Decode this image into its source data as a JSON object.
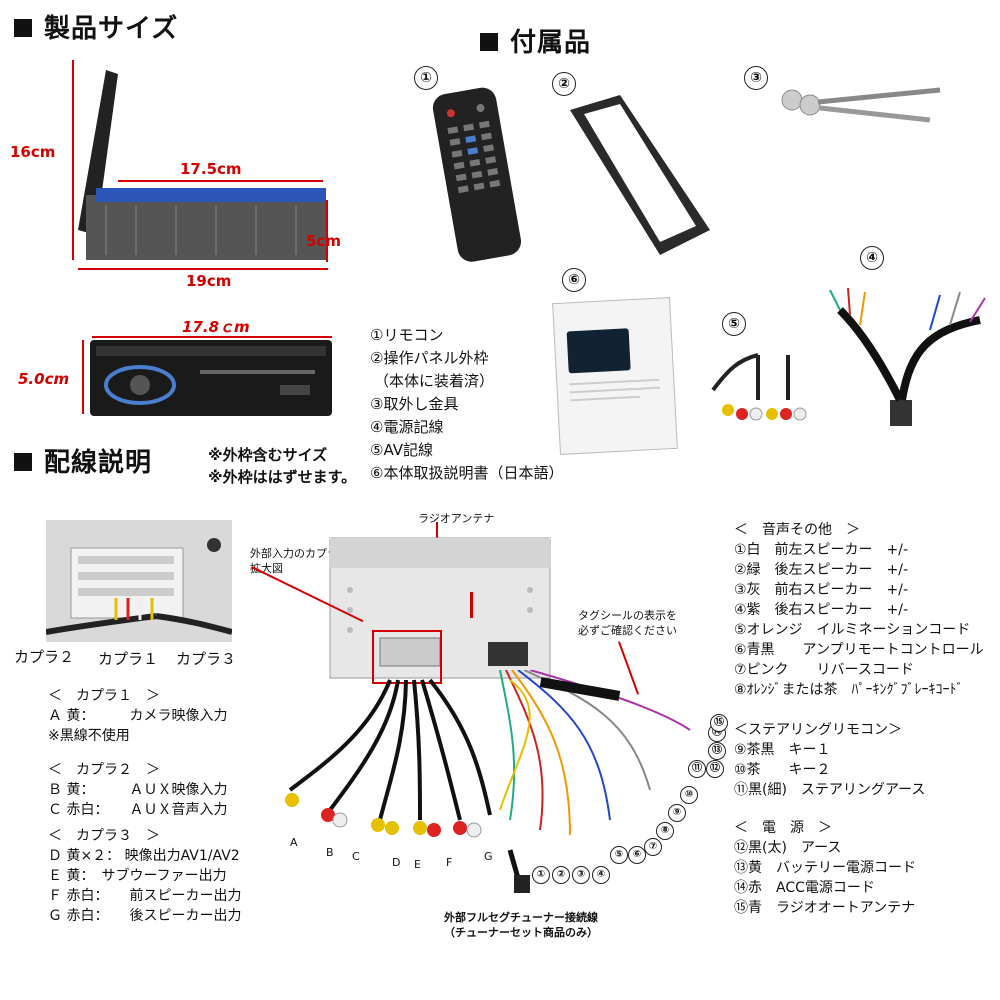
{
  "sections": {
    "size_title": "製品サイズ",
    "accessory_title": "付属品",
    "wiring_title": "配線説明"
  },
  "dims": {
    "top_height": "16cm",
    "top_width": "17.5cm",
    "top_depth": "5cm",
    "top_total": "19cm",
    "front_width": "17.8ｃm",
    "front_height": "5.0cm"
  },
  "notes": [
    "※外枠含むサイズ",
    "※外枠ははずせます。"
  ],
  "accessory_numbers": [
    "①",
    "②",
    "③",
    "④",
    "⑤",
    "⑥"
  ],
  "accessory_list": [
    "①リモコン",
    "②操作パネル外枠",
    "（本体に装着済）",
    "③取外し金具",
    "④電源記線",
    "⑤AV記線",
    "⑥本体取扱説明書（日本語）"
  ],
  "wiring": {
    "antenna_label": "ラジオアンテナ",
    "coupler_zoom_label": [
      "外部入力のカプラーの",
      "拡大図"
    ],
    "tag_note": [
      "タグシールの表示を",
      "必ずご確認ください"
    ],
    "couplers": [
      "カプラ２",
      "カプラ１",
      "カプラ３"
    ],
    "tuner_label": [
      "外部フルセグチューナー接続線",
      "（チューナーセット商品のみ）"
    ],
    "rca_letters": [
      "A",
      "B",
      "C",
      "D",
      "E",
      "F",
      "G"
    ],
    "wire_numbers": [
      "①",
      "②",
      "③",
      "④",
      "⑤",
      "⑥",
      "⑦",
      "⑧",
      "⑨",
      "⑩",
      "⑪",
      "⑫",
      "⑬",
      "⑭",
      "⑮"
    ]
  },
  "coupler1": {
    "title": "＜　カプラ１　＞",
    "lines": [
      "Ａ 黄：　　　カメラ映像入力",
      "※黒線不使用"
    ]
  },
  "coupler2": {
    "title": "＜　カプラ２　＞",
    "lines": [
      "Ｂ 黄：　　　ＡＵＸ映像入力",
      "Ｃ 赤白：　　ＡＵＸ音声入力"
    ]
  },
  "coupler3": {
    "title": "＜　カプラ３　＞",
    "lines": [
      "Ｄ 黄×２：  映像出力AV1/AV2",
      "Ｅ 黄：　サブウーファー出力",
      "Ｆ 赤白：　　前スピーカー出力",
      "Ｇ 赤白：　　後スピーカー出力"
    ]
  },
  "audio": {
    "title": "＜　音声その他　＞",
    "lines": [
      "①白　前左スピーカー　+/-",
      "②緑　後左スピーカー　+/-",
      "③灰　前右スピーカー　+/-",
      "④紫　後右スピーカー　+/-",
      "⑤オレンジ　イルミネーションコード",
      "⑥青黒　　アンプリモートコントロール",
      "⑦ピンク　　リバースコード",
      "⑧ｵﾚﾝｼﾞまたは茶　ﾊﾟｰｷﾝｸﾞﾌﾞﾚｰｷｺｰﾄﾞ"
    ]
  },
  "steering": {
    "title": "＜ステアリングリモコン＞",
    "lines": [
      "⑨茶黒　キー１",
      "⑩茶　　キー２",
      "⑪黒(細)　ステアリングアース"
    ]
  },
  "power": {
    "title": "＜　電　源　＞",
    "lines": [
      "⑫黒(太)　アース",
      "⑬黄　バッテリー電源コード",
      "⑭赤　ACC電源コード",
      "⑮青　ラジオオートアンテナ"
    ]
  },
  "colors": {
    "accent_red": "#d40000",
    "dark": "#111111"
  }
}
